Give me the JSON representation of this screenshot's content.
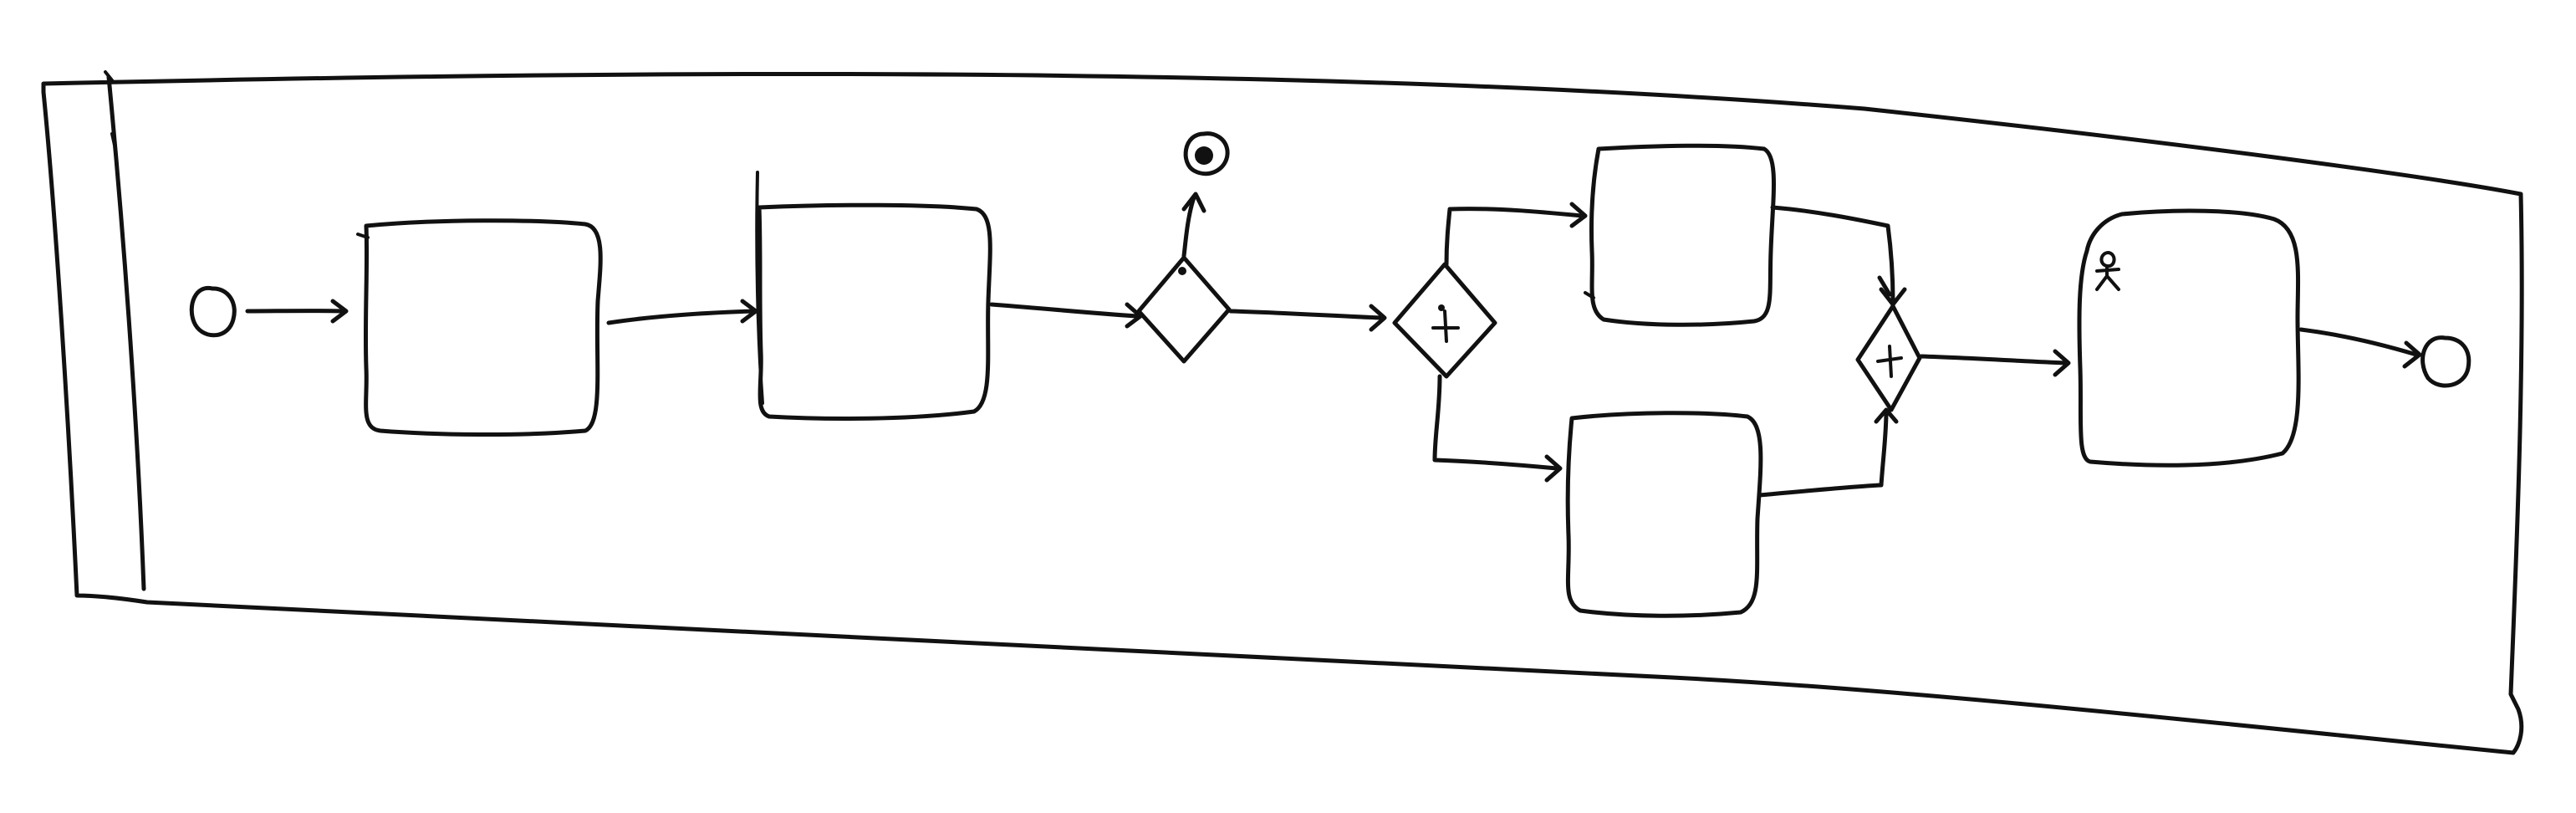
{
  "diagram": {
    "kind": "bpmn-process-sketch",
    "style": "hand-drawn",
    "ink_color": "#111111",
    "background_color": "#ffffff",
    "pool": {
      "label": ""
    },
    "nodes": [
      {
        "id": "start",
        "type": "start-event",
        "label": ""
      },
      {
        "id": "task1",
        "type": "task",
        "label": ""
      },
      {
        "id": "task2",
        "type": "task",
        "label": ""
      },
      {
        "id": "gw1",
        "type": "exclusive-gateway",
        "label": ""
      },
      {
        "id": "end1",
        "type": "terminate-end-event",
        "label": ""
      },
      {
        "id": "gw2",
        "type": "parallel-gateway",
        "label": ""
      },
      {
        "id": "task3",
        "type": "task",
        "label": ""
      },
      {
        "id": "task4",
        "type": "task",
        "label": ""
      },
      {
        "id": "gw3",
        "type": "parallel-gateway",
        "label": ""
      },
      {
        "id": "task5",
        "type": "user-task",
        "icon": "person-icon",
        "label": ""
      },
      {
        "id": "end2",
        "type": "end-event",
        "label": ""
      }
    ],
    "flows": [
      {
        "from": "start",
        "to": "task1"
      },
      {
        "from": "task1",
        "to": "task2"
      },
      {
        "from": "task2",
        "to": "gw1"
      },
      {
        "from": "gw1",
        "to": "end1"
      },
      {
        "from": "gw1",
        "to": "gw2"
      },
      {
        "from": "gw2",
        "to": "task3"
      },
      {
        "from": "gw2",
        "to": "task4"
      },
      {
        "from": "task3",
        "to": "gw3"
      },
      {
        "from": "task4",
        "to": "gw3"
      },
      {
        "from": "gw3",
        "to": "task5"
      },
      {
        "from": "task5",
        "to": "end2"
      }
    ]
  }
}
